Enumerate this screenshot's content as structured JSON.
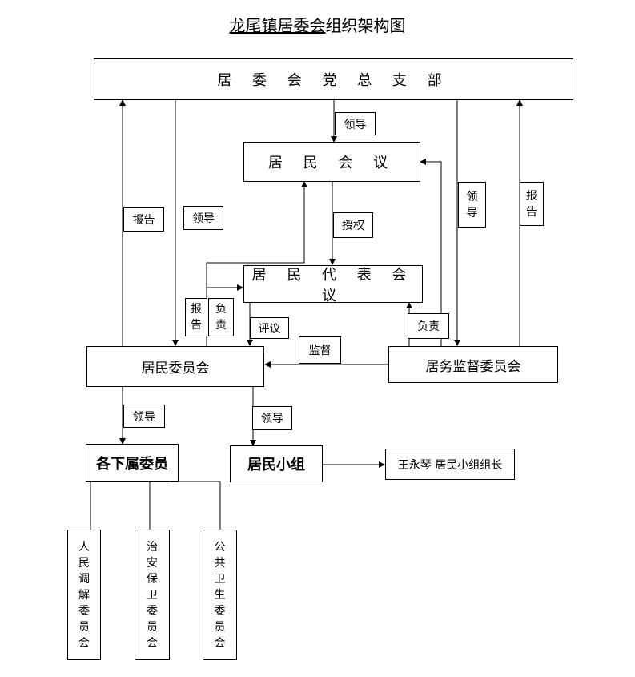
{
  "title": {
    "part1": "龙尾镇",
    "part2": "居委会",
    "part3": "组织架构图"
  },
  "nodes": {
    "party_branch": "居 委 会 党 总 支 部",
    "residents_meeting": "居 民 会 议",
    "rep_meeting": "居 民 代 表 会 议",
    "committee": "居民委员会",
    "supervision": "居务监督委员会",
    "sub_members": "各下属委员",
    "groups": "居民小组",
    "leader": "王永琴  居民小组组长",
    "mediation": [
      "人",
      "民",
      "调",
      "解",
      "委",
      "员",
      "会"
    ],
    "security": [
      "治",
      "安",
      "保",
      "卫",
      "委",
      "员",
      "会"
    ],
    "health": [
      "公",
      "共",
      "卫",
      "生",
      "委",
      "员",
      "会"
    ]
  },
  "labels": {
    "lead_top": "领导",
    "report_left": "报告",
    "lead_left": "领导",
    "authorize": "授权",
    "report_small": [
      "报",
      "告"
    ],
    "responsible_small": [
      "负",
      "责"
    ],
    "review": "评议",
    "supervise": "监督",
    "responsible_right": "负责",
    "lead_right": [
      "领",
      "导"
    ],
    "report_right": [
      "报",
      "告"
    ],
    "lead_sub": "领导",
    "lead_groups": "领导"
  }
}
